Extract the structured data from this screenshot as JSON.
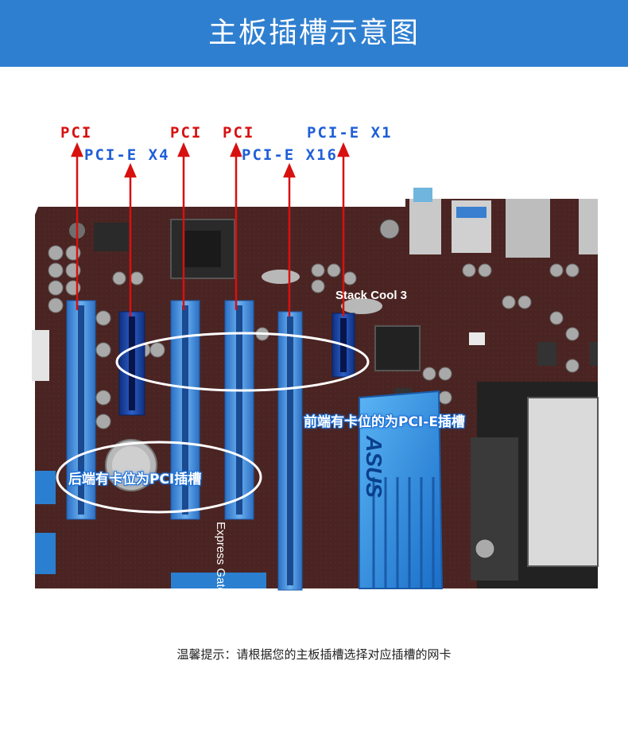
{
  "header": {
    "title": "主板插槽示意图",
    "background": "#2f7fd0"
  },
  "slot_labels": {
    "pci_1": "PCI",
    "pci_e_x4": "PCI-E X4",
    "pci_2": "PCI",
    "pci_3": "PCI",
    "pci_e_x16": "PCI-E X16",
    "pci_e_x1": "PCI-E X1"
  },
  "callouts": {
    "front_notch": "前端有卡位的为PCI-E插槽",
    "rear_notch": "后端有卡位为PCI插槽"
  },
  "board_text": {
    "stack_cool": "Stack Cool 3",
    "express_gate": "Express Gate",
    "brand": "ASUS"
  },
  "footer": {
    "tip": "温馨提示：请根据您的主板插槽选择对应插槽的网卡"
  },
  "colors": {
    "pci_label": "#d81010",
    "pcie_label": "#1f5fd8",
    "arrow": "#d81010",
    "slot_blue": "#3a86d8",
    "pcb": "#4a2422"
  }
}
